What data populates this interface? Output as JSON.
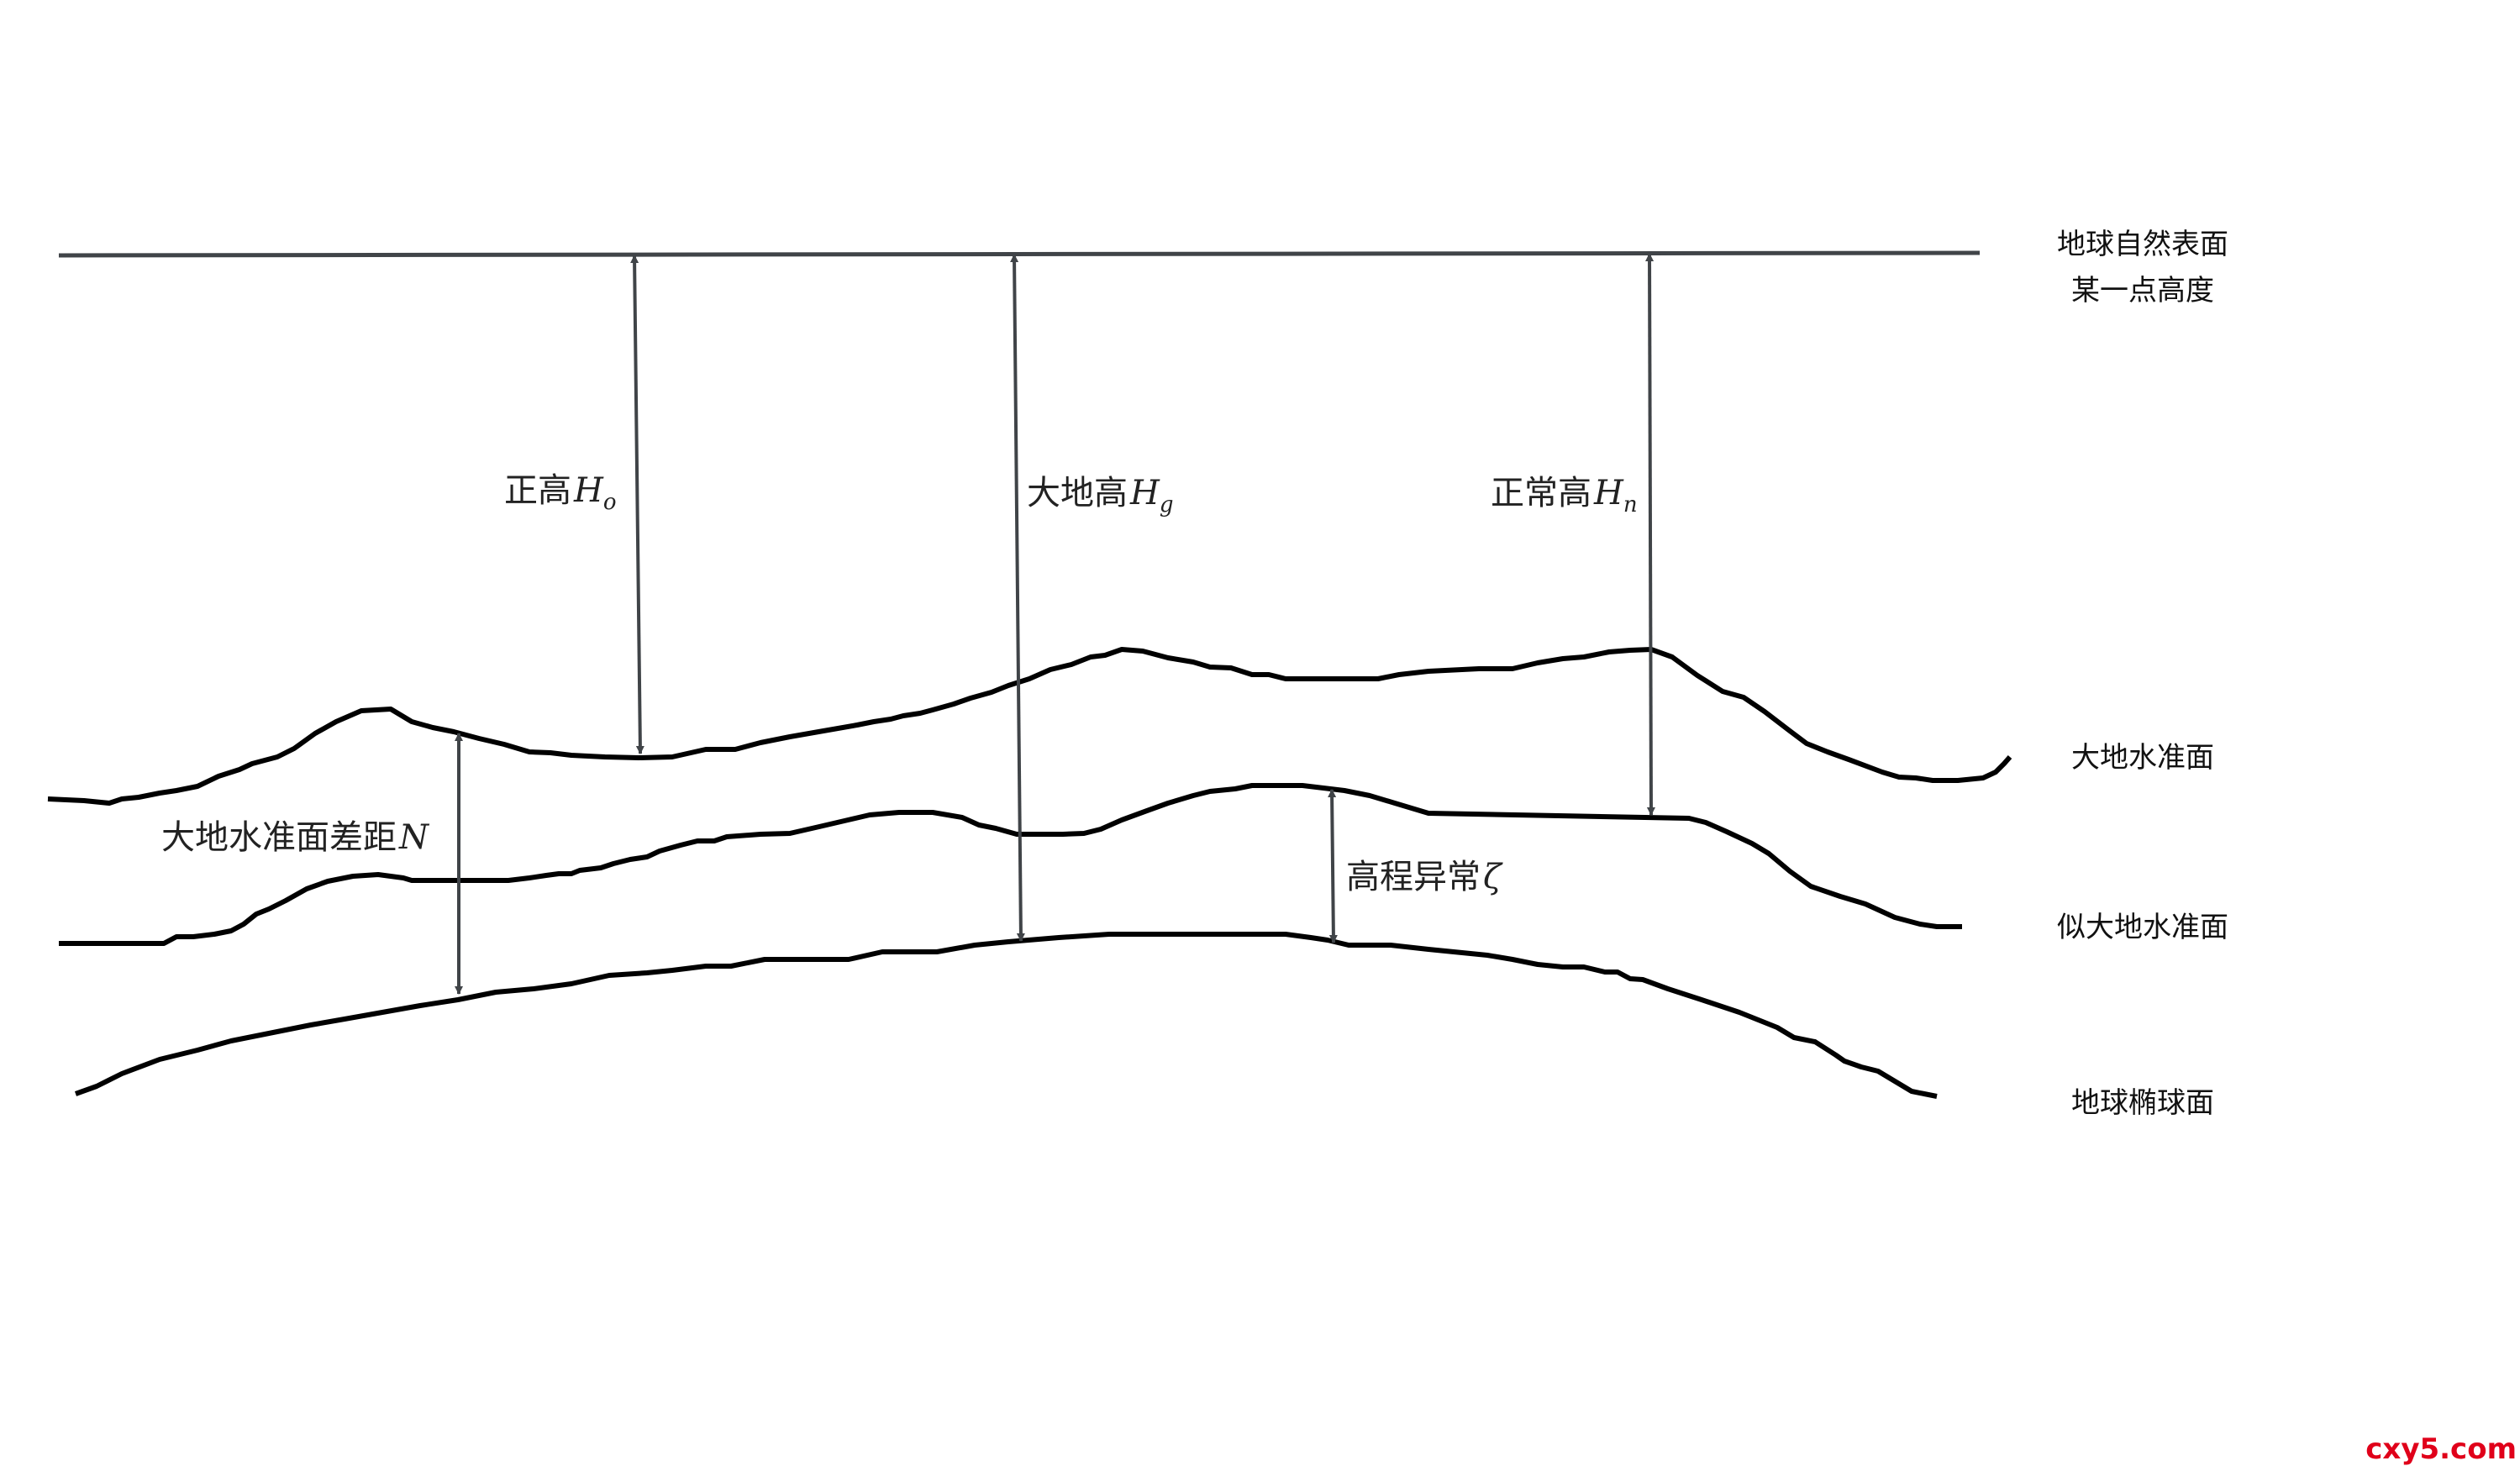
{
  "right_labels": {
    "surface_line1": "地球自然表面",
    "surface_line2": "某一点高度",
    "geoid": "大地水准面",
    "quasigeoid": "似大地水准面",
    "ellipsoid": "地球椭球面"
  },
  "measures": {
    "orthometric": {
      "text": "正高",
      "var": "H",
      "sub": "o"
    },
    "geodetic": {
      "text": "大地高",
      "var": "H",
      "sub": "g"
    },
    "normal": {
      "text": "正常高",
      "var": "H",
      "sub": "n"
    },
    "geoid_separation": {
      "text": "大地水准面差距",
      "var": "N",
      "sub": ""
    },
    "height_anomaly": {
      "text": "高程异常",
      "var": "ζ",
      "sub": ""
    }
  },
  "watermark": "cxy5.com",
  "colors": {
    "curve": "#000000",
    "arrow": "#404448",
    "watermark": "#e0001a"
  }
}
